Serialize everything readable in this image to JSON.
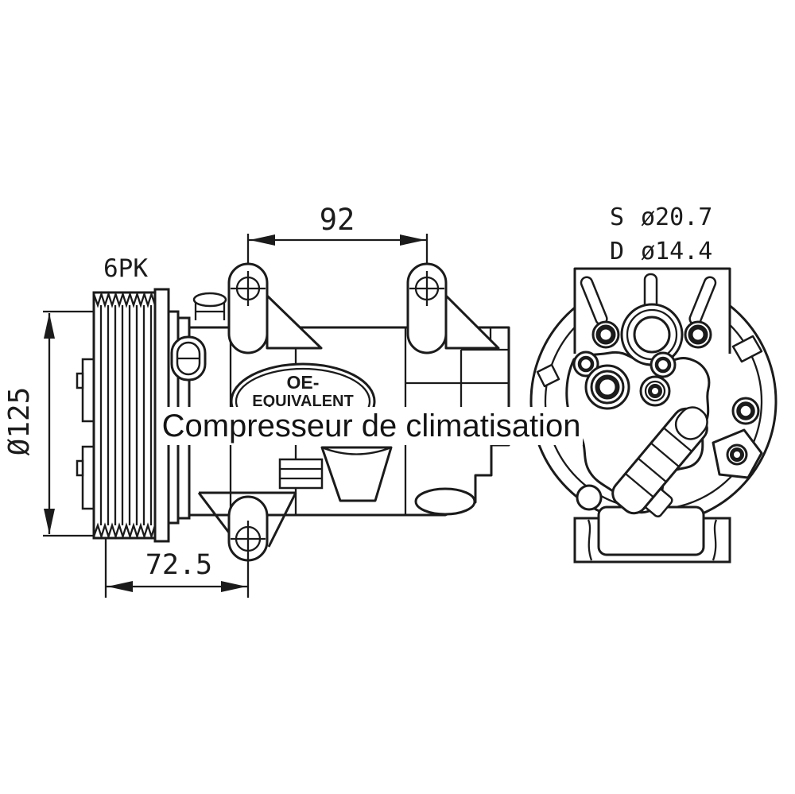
{
  "title": {
    "text": "Compresseur de climatisation"
  },
  "side_view": {
    "belt_label": "6PK",
    "pulley_diameter_label": "Ø125",
    "top_mount_spacing": "92",
    "bottom_mount_spacing": "72.5",
    "badge": {
      "line1": "OE-",
      "line2": "EQUIVALENT"
    }
  },
  "rear_view": {
    "suction": {
      "label": "S",
      "value": "ø20.7"
    },
    "discharge": {
      "label": "D",
      "value": "ø14.4"
    }
  },
  "colors": {
    "line": "#1b1b1b",
    "background": "#ffffff",
    "title_text": "#141414"
  }
}
